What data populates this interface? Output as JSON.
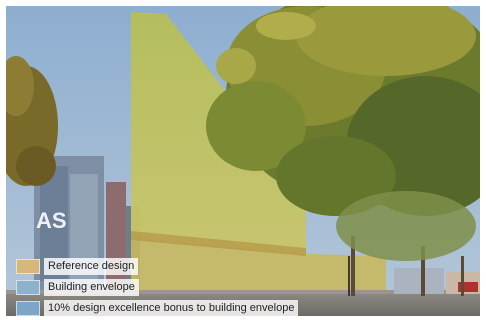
{
  "sign_text": "AS",
  "legend": [
    {
      "label": "Reference design",
      "color": "#d8b77a"
    },
    {
      "label": "Building envelope",
      "color": "#8fb2cc"
    },
    {
      "label": "10% design excellence bonus to building envelope",
      "color": "#7ba6c9"
    }
  ]
}
